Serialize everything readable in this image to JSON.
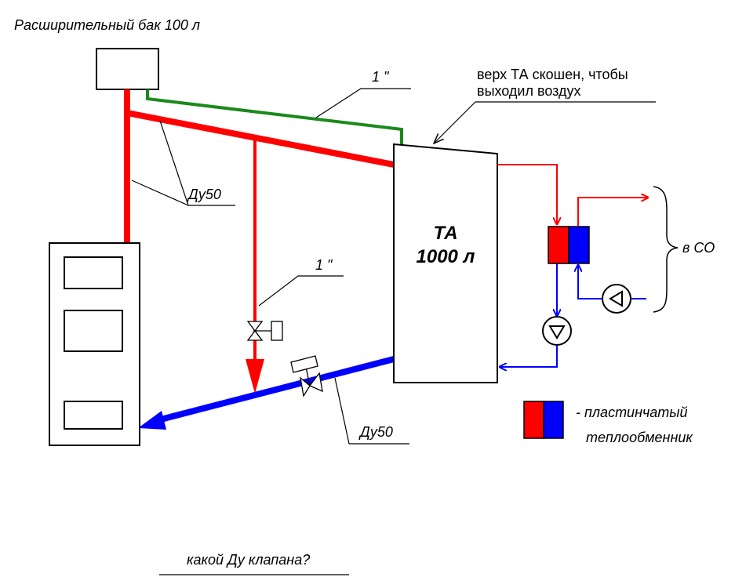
{
  "labels": {
    "expansion_tank": "Расширительный бак 100 л",
    "pipe_top": "1 \"",
    "pipe_mid": "1 \"",
    "dn_upper": "Ду50",
    "dn_lower": "Ду50",
    "ta_note_line1": "верх ТА скошен, чтобы",
    "ta_note_line2": "выходил воздух",
    "ta_title": "ТА",
    "ta_volume": "1000 л",
    "to_heating": "в СО",
    "legend_line1": "- пластинчатый",
    "legend_line2": "теплообменник",
    "question": "какой Ду клапана?"
  },
  "colors": {
    "hot": "#ff0000",
    "cold": "#0000ff",
    "green": "#1a8a1a",
    "line": "#000000"
  }
}
